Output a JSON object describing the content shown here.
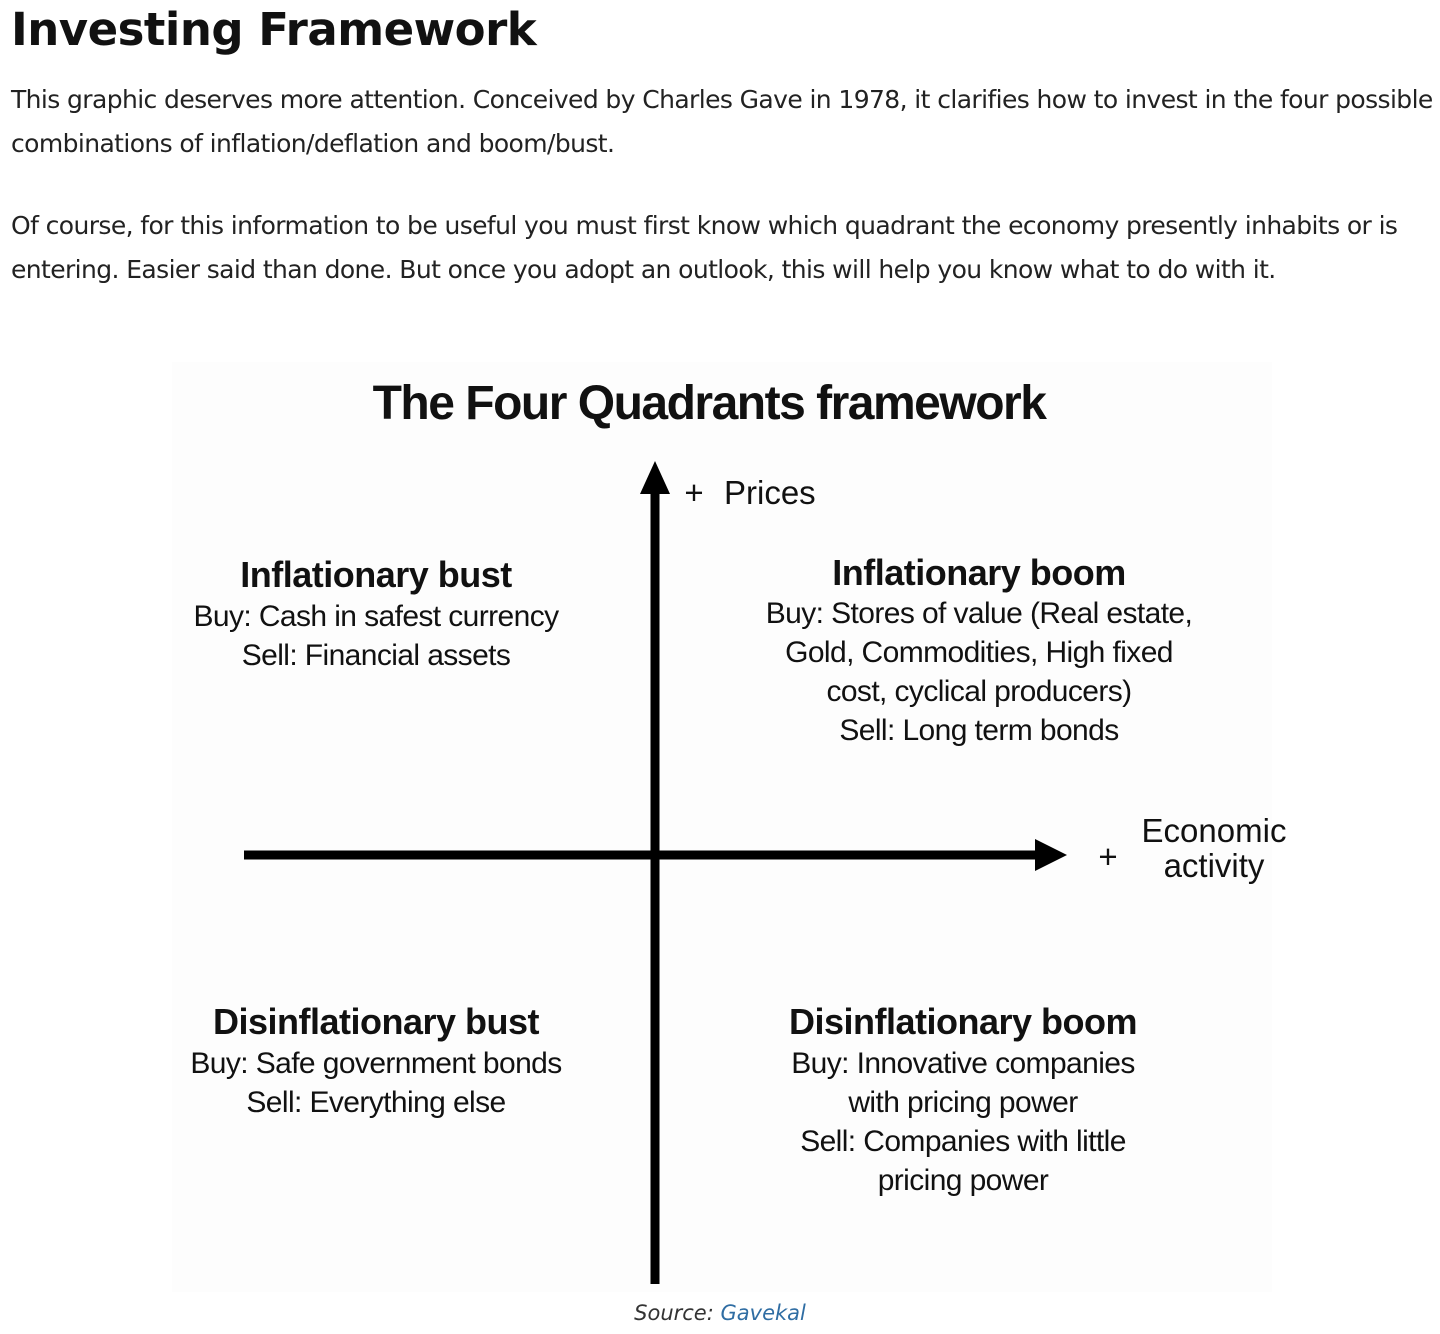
{
  "article": {
    "heading": "Investing Framework",
    "paragraphs": [
      "This graphic deserves more attention. Conceived by Charles Gave in 1978, it clarifies how to invest in the four possible combinations of inflation/deflation and boom/bust.",
      "Of course, for this information to be useful you must first know which quadrant the economy presently inhabits or is entering. Easier said than done. But once you adopt an outlook, this will help you know what to do with it."
    ]
  },
  "diagram": {
    "title": "The Four Quadrants framework",
    "y_axis_plus": "+",
    "y_axis_label": "Prices",
    "x_axis_plus": "+",
    "x_axis_label_lines": [
      "Economic",
      "activity"
    ],
    "quadrants": {
      "top_left": {
        "title": "Inflationary bust",
        "lines": [
          "Buy: Cash in safest currency",
          "Sell: Financial assets"
        ]
      },
      "top_right": {
        "title": "Inflationary boom",
        "lines": [
          "Buy: Stores of value (Real estate,",
          "Gold, Commodities, High fixed",
          "cost, cyclical producers)",
          "Sell: Long term bonds"
        ]
      },
      "bottom_left": {
        "title": "Disinflationary bust",
        "lines": [
          "Buy: Safe government bonds",
          "Sell: Everything else"
        ]
      },
      "bottom_right": {
        "title": "Disinflationary boom",
        "lines": [
          "Buy: Innovative companies",
          "with pricing power",
          "Sell: Companies with little",
          "pricing power"
        ]
      }
    }
  },
  "source": {
    "label": "Source:",
    "link_text": "Gavekal"
  },
  "colors": {
    "link": "#2f6da3",
    "text": "#111111",
    "axis": "#000000"
  }
}
